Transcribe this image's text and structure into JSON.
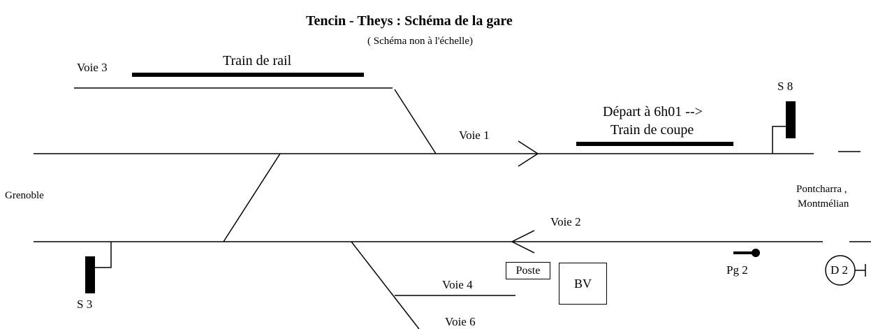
{
  "title": "Tencin - Theys : Schéma de la gare",
  "subtitle": "( Schéma non à l'échelle)",
  "tracks": {
    "voie3": "Voie 3",
    "voie1": "Voie 1",
    "voie2": "Voie 2",
    "voie4": "Voie 4",
    "voie6": "Voie 6"
  },
  "trains": {
    "rail": "Train de rail",
    "coupe": "Train de coupe",
    "departure": "Départ à 6h01   -->"
  },
  "places": {
    "grenoble": "Grenoble",
    "pontcharra": "Pontcharra ,",
    "montmelian": "Montmélian"
  },
  "signals": {
    "s8": "S 8",
    "s3": "S 3",
    "pg2": "Pg 2",
    "d2": "D 2"
  },
  "buildings": {
    "poste": "Poste",
    "bv": "BV"
  }
}
